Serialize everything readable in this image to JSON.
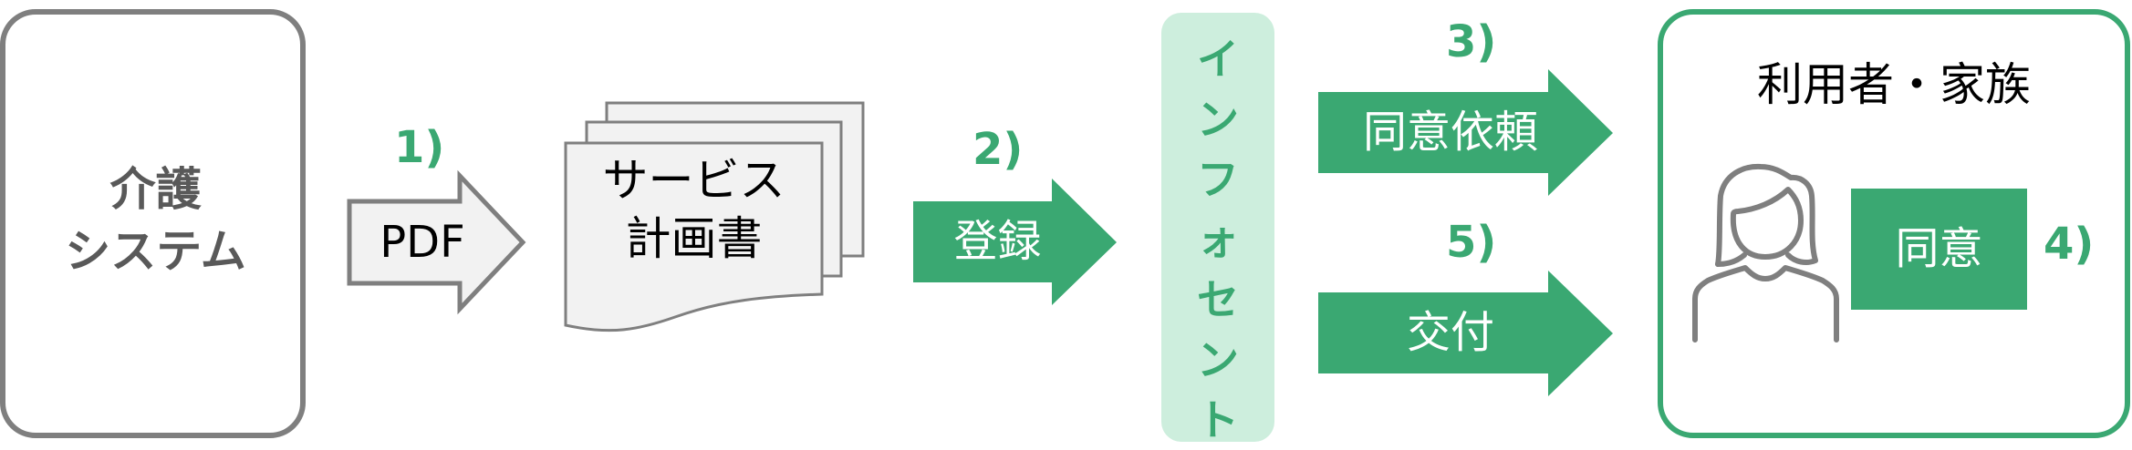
{
  "colors": {
    "accent_green": "#3aa872",
    "pill_bg": "#cdeedd",
    "gray_stroke": "#7f7f7f",
    "doc_fill": "#f2f2f2",
    "system_text": "#595959"
  },
  "care_system": {
    "line1": "介護",
    "line2": "システム"
  },
  "steps": [
    {
      "number": "1)",
      "label": "PDF"
    },
    {
      "number": "2)",
      "label": "登録"
    },
    {
      "number": "3)",
      "label": "同意依頼"
    },
    {
      "number": "4)",
      "label": "同意"
    },
    {
      "number": "5)",
      "label": "交付"
    }
  ],
  "document": {
    "line1": "サービス",
    "line2": "計画書"
  },
  "infocent": {
    "chars": [
      "イ",
      "ン",
      "フ",
      "ォ",
      "セ",
      "ン",
      "ト"
    ],
    "name": "インフォセント"
  },
  "recipient": {
    "title": "利用者・家族",
    "icon": "person-female-icon"
  }
}
